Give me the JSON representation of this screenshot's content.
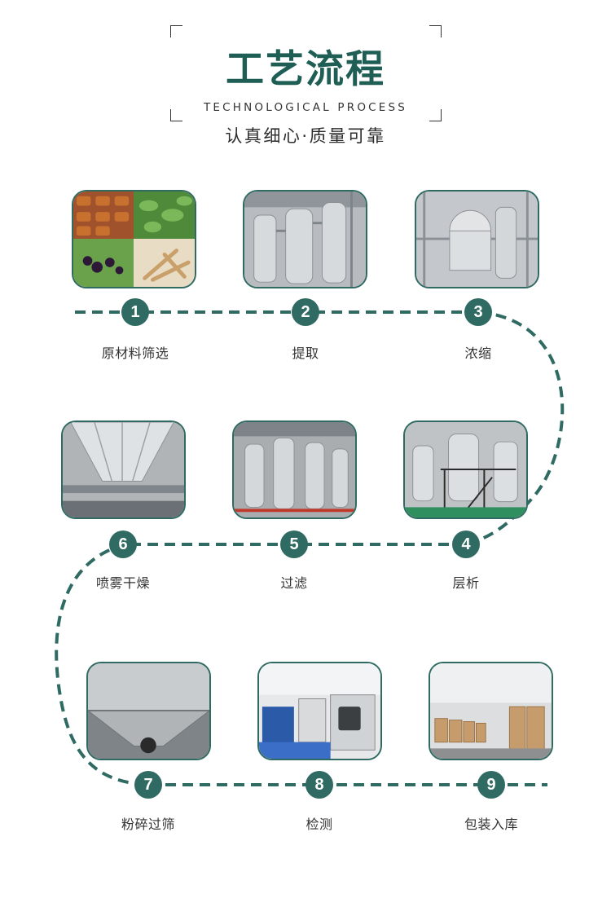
{
  "header": {
    "title": "工艺流程",
    "subtitle_en": "TECHNOLOGICAL PROCESS",
    "subtitle_cn": "认真细心·质量可靠"
  },
  "accent": "#2f6b63",
  "steps": [
    {
      "number": "1",
      "label": "原材料筛选",
      "icon": "raw-materials-photo"
    },
    {
      "number": "2",
      "label": "提取",
      "icon": "extraction-tanks-photo"
    },
    {
      "number": "3",
      "label": "浓缩",
      "icon": "concentration-equipment-photo"
    },
    {
      "number": "4",
      "label": "层析",
      "icon": "chromatography-equipment-photo"
    },
    {
      "number": "5",
      "label": "过滤",
      "icon": "filtration-pipes-photo"
    },
    {
      "number": "6",
      "label": "喷雾干燥",
      "icon": "spray-dryer-photo"
    },
    {
      "number": "7",
      "label": "粉碎过筛",
      "icon": "crushing-hopper-photo"
    },
    {
      "number": "8",
      "label": "检测",
      "icon": "testing-lab-photo"
    },
    {
      "number": "9",
      "label": "包装入库",
      "icon": "warehouse-photo"
    }
  ]
}
